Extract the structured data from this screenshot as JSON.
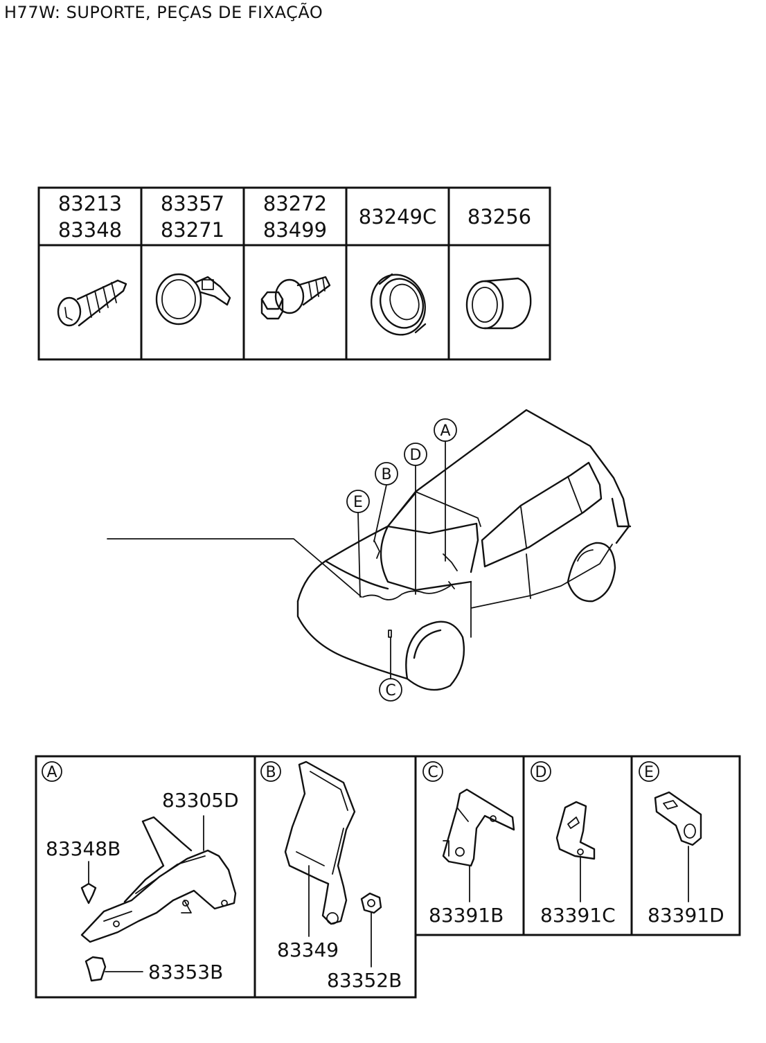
{
  "title": "H77W: SUPORTE, PEÇAS DE FIXAÇÃO",
  "fastener_table": [
    {
      "codes": [
        "83213",
        "83348"
      ],
      "icon": "screw-icon"
    },
    {
      "codes": [
        "83357",
        "83271"
      ],
      "icon": "band-clip-icon"
    },
    {
      "codes": [
        "83272",
        "83499"
      ],
      "icon": "bolt-icon"
    },
    {
      "codes": [
        "83249C"
      ],
      "icon": "grommet-icon"
    },
    {
      "codes": [
        "83256"
      ],
      "icon": "plug-icon"
    }
  ],
  "vehicle_callouts": [
    "A",
    "B",
    "C",
    "D",
    "E"
  ],
  "detail_panels": [
    {
      "letter": "A",
      "parts": [
        "83305D",
        "83348B",
        "83353B"
      ]
    },
    {
      "letter": "B",
      "parts": [
        "83349",
        "83352B"
      ]
    },
    {
      "letter": "C",
      "parts": [
        "83391B"
      ]
    },
    {
      "letter": "D",
      "parts": [
        "83391C"
      ]
    },
    {
      "letter": "E",
      "parts": [
        "83391D"
      ]
    }
  ]
}
